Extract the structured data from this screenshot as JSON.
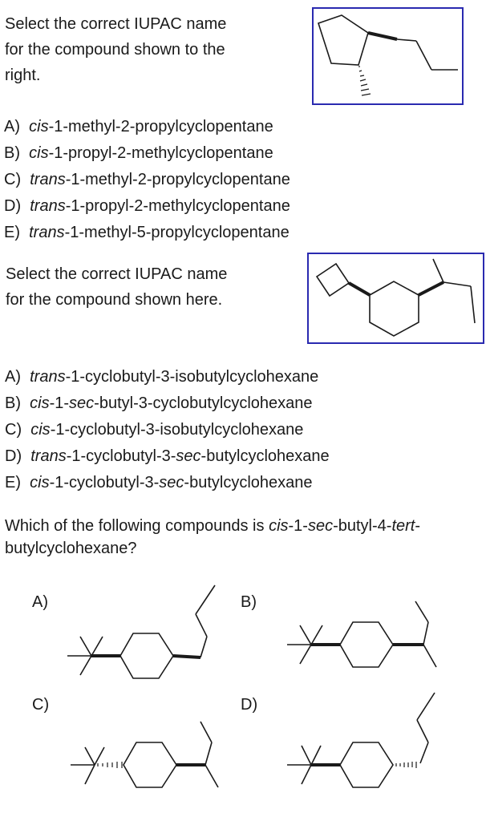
{
  "q1": {
    "prompt": "Select the correct IUPAC name for the compound shown to the right.",
    "options": [
      {
        "letter": "A)",
        "prefix": "cis",
        "rest": "-1-methyl-2-propylcyclopentane"
      },
      {
        "letter": "B)",
        "prefix": "cis",
        "rest": "-1-propyl-2-methylcyclopentane"
      },
      {
        "letter": "C)",
        "prefix": "trans",
        "rest": "-1-methyl-2-propylcyclopentane"
      },
      {
        "letter": "D)",
        "prefix": "trans",
        "rest": "-1-propyl-2-methylcyclopentane"
      },
      {
        "letter": "E)",
        "prefix": "trans",
        "rest": "-1-methyl-5-propylcyclopentane"
      }
    ]
  },
  "q2": {
    "prompt": "Select the correct IUPAC name for the compound shown here.",
    "options": {
      "a": {
        "letter": "A)",
        "p1": "trans",
        "p2": "-1-cyclobutyl-3-isobutylcyclohexane"
      },
      "b": {
        "letter": "B)",
        "p1": "cis",
        "p2": "-1-",
        "p3": "sec",
        "p4": "-butyl-3-cyclobutylcyclohexane"
      },
      "c": {
        "letter": "C)",
        "p1": "cis",
        "p2": "-1-cyclobutyl-3-isobutylcyclohexane"
      },
      "d": {
        "letter": "D)",
        "p1": "trans",
        "p2": "-1-cyclobutyl-3-",
        "p3": "sec",
        "p4": "-butylcyclohexane"
      },
      "e": {
        "letter": "E)",
        "p1": "cis",
        "p2": "-1-cyclobutyl-3-",
        "p3": "sec",
        "p4": "-butylcyclohexane"
      }
    }
  },
  "q3": {
    "p1": "Which of the following compounds is ",
    "p2": "cis",
    "p3": "-1-",
    "p4": "sec",
    "p5": "-butyl-4-",
    "p6": "tert",
    "p7": "-butylcyclohexane?",
    "labels": {
      "a": "A)",
      "b": "B)",
      "c": "C)",
      "d": "D)"
    }
  }
}
